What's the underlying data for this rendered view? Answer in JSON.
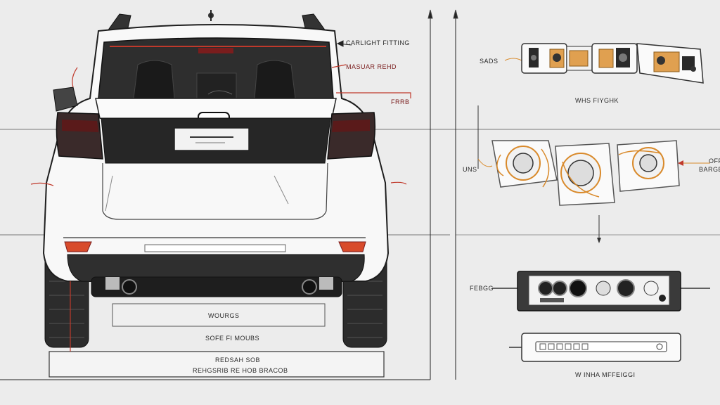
{
  "labels": {
    "top_right_of_car": "CARLIGHT FITTING",
    "car_red_callout": "MASUAR REHD",
    "car_side_small": "FRRB",
    "module_top_left": "SADS",
    "module_top_caption": "WHS FIYGHK",
    "speaker_left": "UNS",
    "speaker_right": "BARGE",
    "speaker_right_top": "OFF",
    "controller_left": "FEBGG",
    "bumper_plate": "WOURGS",
    "under_car_1": "SOFE FI MOUBS",
    "under_car_2": "REDSAH SOB",
    "under_car_3": "REHGSRIB RE HOB BRACOB",
    "bottom_right_caption": "W INHA MFFEIGGI"
  },
  "colors": {
    "background": "#ececec",
    "line": "#1e1e1e",
    "accent_red": "#c0392b",
    "accent_orange": "#d98a2b",
    "body_white": "#f8f8f8"
  }
}
